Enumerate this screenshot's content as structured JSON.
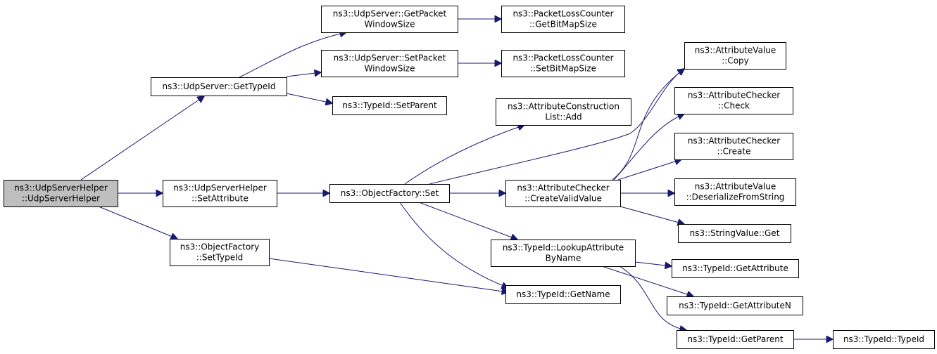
{
  "colors": {
    "edge": "#191970",
    "node_border": "#000000",
    "node_fill": "#ffffff",
    "root_fill": "#bfbfbf",
    "text": "#000000"
  },
  "nodes": {
    "udpserverhelper_ctor": {
      "lines": [
        "ns3::UdpServerHelper",
        "::UdpServerHelper"
      ],
      "is_root": true
    },
    "udpserver_gettypeid": {
      "lines": [
        "ns3::UdpServer::GetTypeId"
      ]
    },
    "udpserverhelper_setattribute": {
      "lines": [
        "ns3::UdpServerHelper",
        "::SetAttribute"
      ]
    },
    "objectfactory_settypeid": {
      "lines": [
        "ns3::ObjectFactory",
        "::SetTypeId"
      ]
    },
    "udpserver_getpacketwindowsize": {
      "lines": [
        "ns3::UdpServer::GetPacket",
        "WindowSize"
      ]
    },
    "udpserver_setpacketwindowsize": {
      "lines": [
        "ns3::UdpServer::SetPacket",
        "WindowSize"
      ]
    },
    "typeid_setparent": {
      "lines": [
        "ns3::TypeId::SetParent"
      ]
    },
    "objectfactory_set": {
      "lines": [
        "ns3::ObjectFactory::Set"
      ]
    },
    "packetlosscounter_getbitmapsize": {
      "lines": [
        "ns3::PacketLossCounter",
        "::GetBitMapSize"
      ]
    },
    "packetlosscounter_setbitmapsize": {
      "lines": [
        "ns3::PacketLossCounter",
        "::SetBitMapSize"
      ]
    },
    "attributeconstructionlist_add": {
      "lines": [
        "ns3::AttributeConstruction",
        "List::Add"
      ]
    },
    "attributechecker_createvalidvalue": {
      "lines": [
        "ns3::AttributeChecker",
        "::CreateValidValue"
      ]
    },
    "typeid_lookupattributebyname": {
      "lines": [
        "ns3::TypeId::LookupAttribute",
        "ByName"
      ]
    },
    "typeid_getname": {
      "lines": [
        "ns3::TypeId::GetName"
      ]
    },
    "attributevalue_copy": {
      "lines": [
        "ns3::AttributeValue",
        "::Copy"
      ]
    },
    "attributechecker_check": {
      "lines": [
        "ns3::AttributeChecker",
        "::Check"
      ]
    },
    "attributechecker_create": {
      "lines": [
        "ns3::AttributeChecker",
        "::Create"
      ]
    },
    "attributevalue_deserializefromstring": {
      "lines": [
        "ns3::AttributeValue",
        "::DeserializeFromString"
      ]
    },
    "stringvalue_get": {
      "lines": [
        "ns3::StringValue::Get"
      ]
    },
    "typeid_getattribute": {
      "lines": [
        "ns3::TypeId::GetAttribute"
      ]
    },
    "typeid_getattributen": {
      "lines": [
        "ns3::TypeId::GetAttributeN"
      ]
    },
    "typeid_getparent": {
      "lines": [
        "ns3::TypeId::GetParent"
      ]
    },
    "typeid_typeid": {
      "lines": [
        "ns3::TypeId::TypeId"
      ]
    }
  },
  "edges": [
    [
      "udpserverhelper_ctor",
      "udpserver_gettypeid"
    ],
    [
      "udpserverhelper_ctor",
      "udpserverhelper_setattribute"
    ],
    [
      "udpserverhelper_ctor",
      "objectfactory_settypeid"
    ],
    [
      "udpserver_gettypeid",
      "udpserver_getpacketwindowsize"
    ],
    [
      "udpserver_gettypeid",
      "udpserver_setpacketwindowsize"
    ],
    [
      "udpserver_gettypeid",
      "typeid_setparent"
    ],
    [
      "udpserver_getpacketwindowsize",
      "packetlosscounter_getbitmapsize"
    ],
    [
      "udpserver_setpacketwindowsize",
      "packetlosscounter_setbitmapsize"
    ],
    [
      "udpserverhelper_setattribute",
      "objectfactory_set"
    ],
    [
      "objectfactory_settypeid",
      "typeid_getname"
    ],
    [
      "objectfactory_set",
      "attributeconstructionlist_add"
    ],
    [
      "objectfactory_set",
      "attributevalue_copy"
    ],
    [
      "objectfactory_set",
      "attributechecker_createvalidvalue"
    ],
    [
      "objectfactory_set",
      "typeid_lookupattributebyname"
    ],
    [
      "objectfactory_set",
      "typeid_getname"
    ],
    [
      "attributechecker_createvalidvalue",
      "attributevalue_copy"
    ],
    [
      "attributechecker_createvalidvalue",
      "attributechecker_check"
    ],
    [
      "attributechecker_createvalidvalue",
      "attributechecker_create"
    ],
    [
      "attributechecker_createvalidvalue",
      "attributevalue_deserializefromstring"
    ],
    [
      "attributechecker_createvalidvalue",
      "stringvalue_get"
    ],
    [
      "typeid_lookupattributebyname",
      "typeid_getattribute"
    ],
    [
      "typeid_lookupattributebyname",
      "typeid_getattributen"
    ],
    [
      "typeid_lookupattributebyname",
      "typeid_getparent"
    ],
    [
      "typeid_getparent",
      "typeid_typeid"
    ]
  ]
}
